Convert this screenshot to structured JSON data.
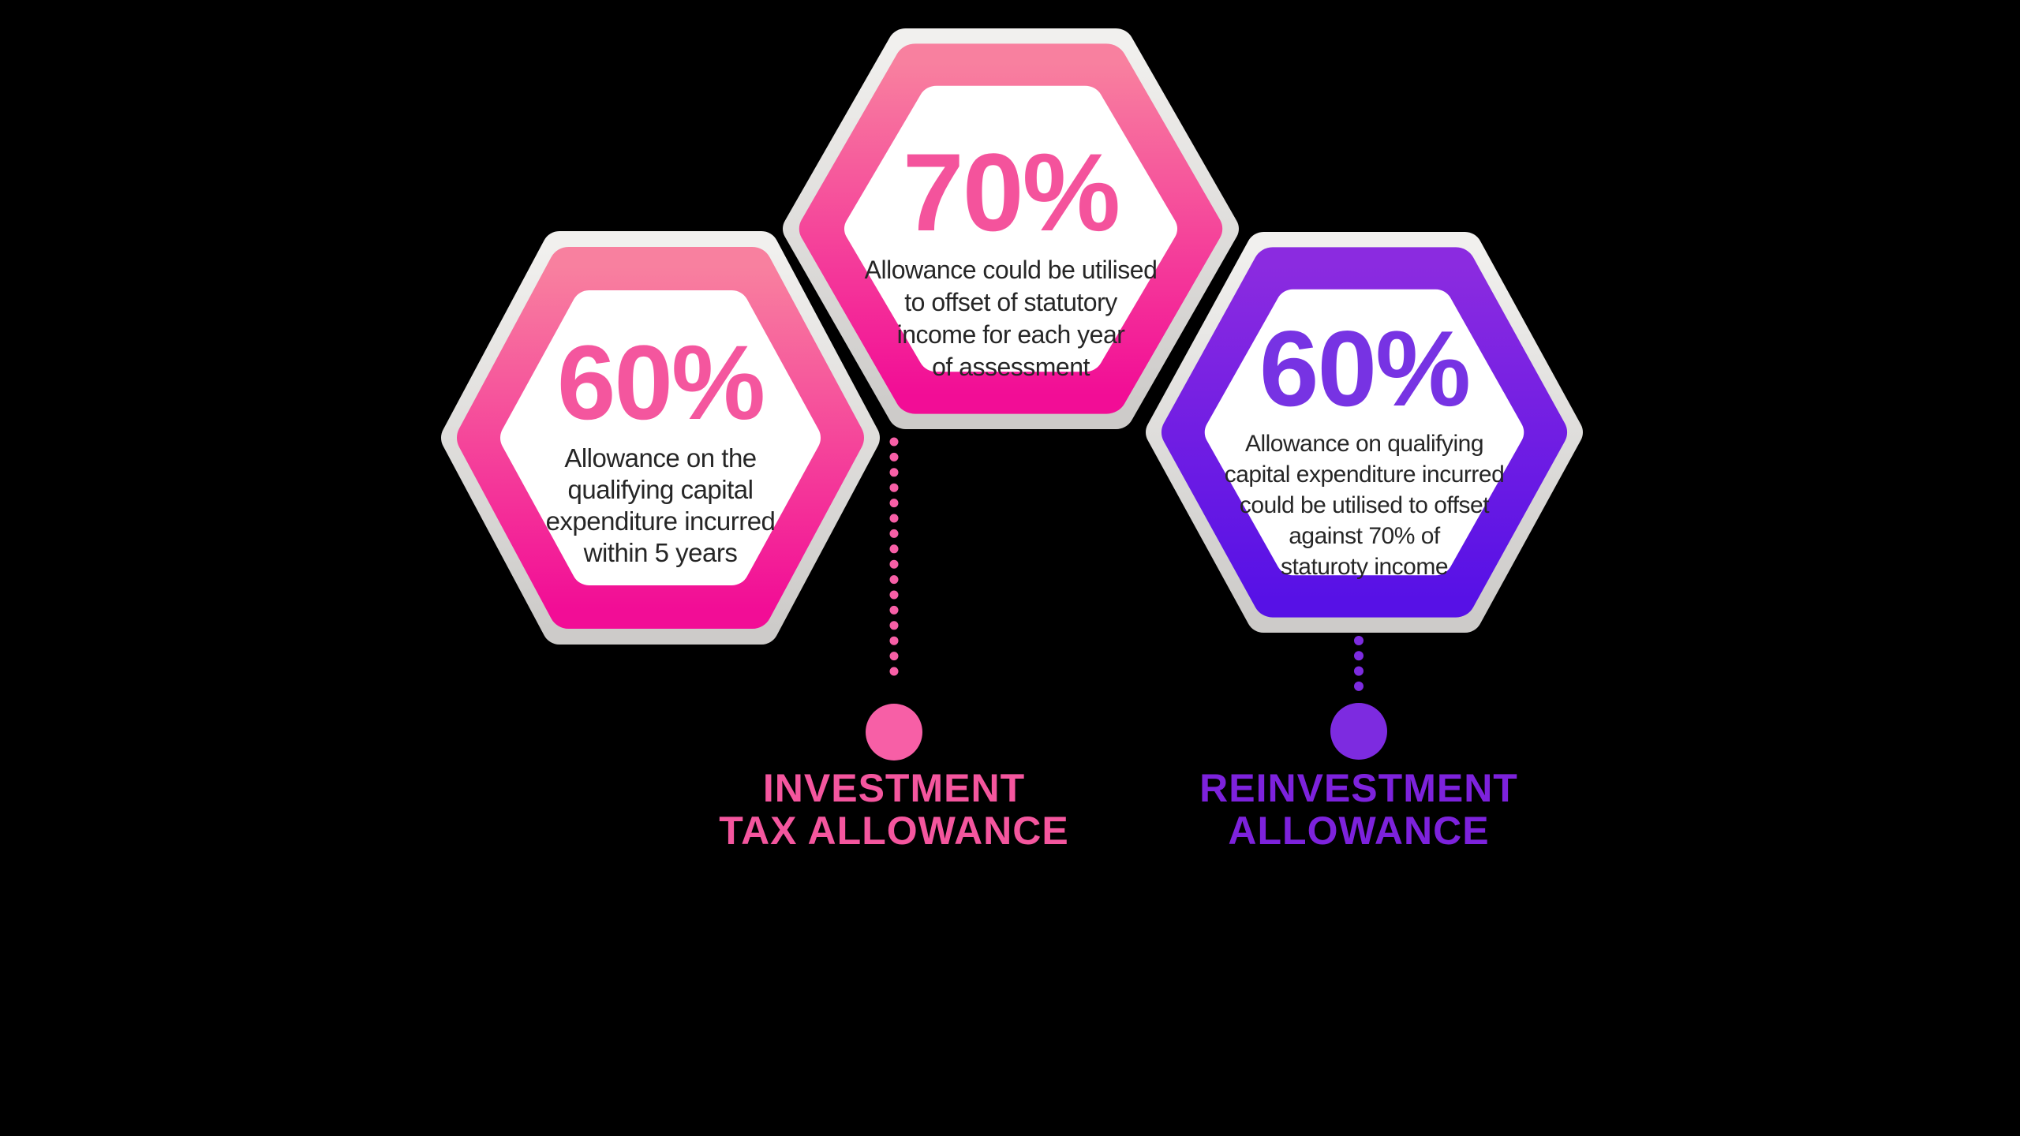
{
  "hexagons": [
    {
      "value": "60%",
      "description": "Allowance on the\nqualifying capital\nexpenditure incurred\nwithin 5 years",
      "theme": "pink"
    },
    {
      "value": "70%",
      "description": "Allowance could be utilised\nto offset of statutory\nincome for each year\nof assessment",
      "theme": "pink"
    },
    {
      "value": "60%",
      "description": "Allowance on qualifying\ncapital expenditure incurred\ncould be utilised to offset\nagainst 70% of\nstaturoty income",
      "theme": "purple"
    }
  ],
  "labels": [
    {
      "text": "INVESTMENT\nTAX ALLOWANCE",
      "color": "#F4569E"
    },
    {
      "text": "REINVESTMENT\nALLOWANCE",
      "color": "#7D22DC"
    }
  ],
  "colors": {
    "background": "#000000",
    "pink_gradient_top": "#F8809F",
    "pink_gradient_bottom": "#F20D96",
    "purple_gradient_top": "#8B2BE0",
    "purple_gradient_bottom": "#5711E6",
    "border_gray_top": "#F1F0EE",
    "border_gray_bottom": "#CDCBC9",
    "hexagon_fill": "#FFFFFF",
    "body_text": "#262626",
    "pink_accent": "#F4569E",
    "purple_accent": "#7733E3",
    "pink_connector": "#F75FA6",
    "purple_connector": "#7D2BE0"
  }
}
